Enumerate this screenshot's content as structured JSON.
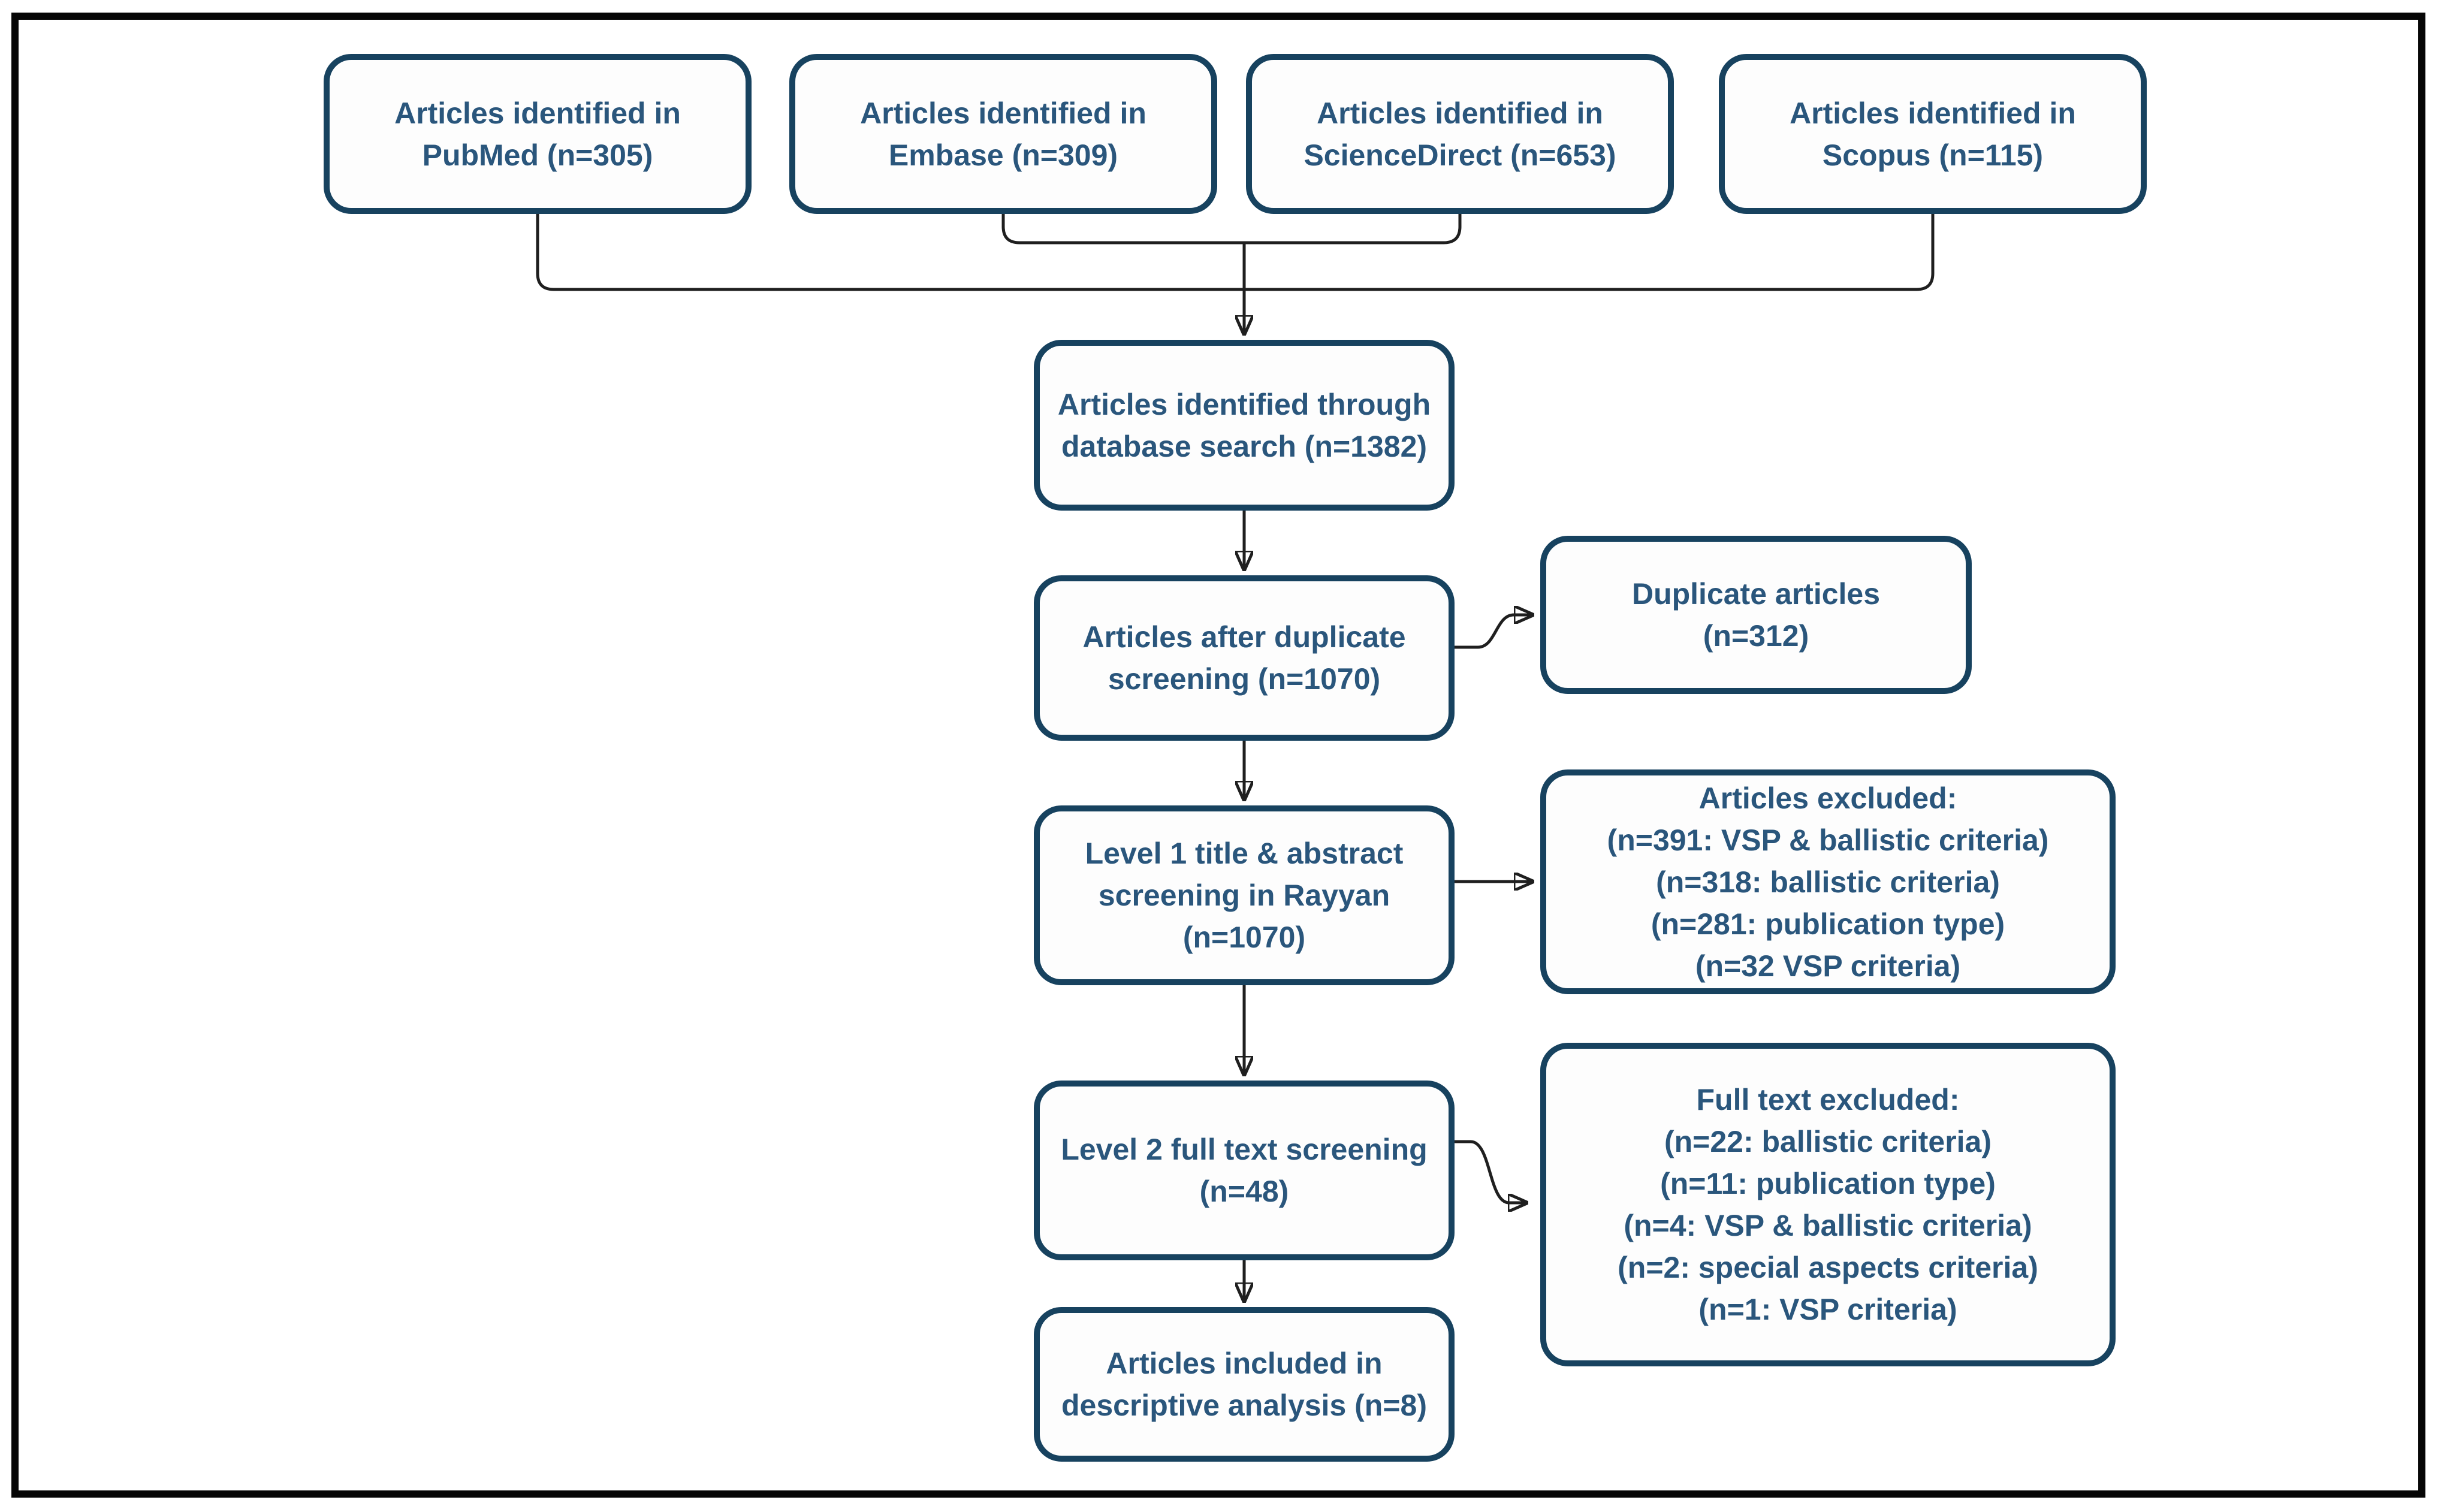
{
  "diagram_type": "prisma-flowchart",
  "colors": {
    "box_border": "#17425f",
    "box_fill": "#fdfdfd",
    "text": "#2a567c",
    "connector": "#1f1f1f",
    "outer_frame": "#060606",
    "background": "#ffffff"
  },
  "nodes": {
    "pubmed": "Articles identified in\nPubMed (n=305)",
    "embase": "Articles identified in\nEmbase (n=309)",
    "sciencedirect": "Articles identified in\nScienceDirect (n=653)",
    "scopus": "Articles identified in\nScopus (n=115)",
    "database_search": "Articles identified through\ndatabase search (n=1382)",
    "duplicate_screening": "Articles after duplicate\nscreening (n=1070)",
    "level1_screening": "Level 1 title & abstract\nscreening in Rayyan\n(n=1070)",
    "level2_screening": "Level 2 full text screening\n(n=48)",
    "included": "Articles included in\ndescriptive analysis (n=8)",
    "duplicates_removed": "Duplicate articles\n(n=312)",
    "level1_excluded": "Articles excluded:\n(n=391: VSP & ballistic criteria)\n(n=318: ballistic criteria)\n(n=281: publication type)\n(n=32 VSP criteria)",
    "level2_excluded": "Full text excluded:\n(n=22: ballistic criteria)\n(n=11: publication type)\n(n=4: VSP & ballistic criteria)\n(n=2: special aspects criteria)\n(n=1: VSP criteria)"
  },
  "edges": [
    {
      "from": "pubmed",
      "to": "database_search"
    },
    {
      "from": "embase",
      "to": "database_search"
    },
    {
      "from": "sciencedirect",
      "to": "database_search"
    },
    {
      "from": "scopus",
      "to": "database_search"
    },
    {
      "from": "database_search",
      "to": "duplicate_screening"
    },
    {
      "from": "duplicate_screening",
      "to": "duplicates_removed"
    },
    {
      "from": "duplicate_screening",
      "to": "level1_screening"
    },
    {
      "from": "level1_screening",
      "to": "level1_excluded"
    },
    {
      "from": "level1_screening",
      "to": "level2_screening"
    },
    {
      "from": "level2_screening",
      "to": "level2_excluded"
    },
    {
      "from": "level2_screening",
      "to": "included"
    }
  ]
}
